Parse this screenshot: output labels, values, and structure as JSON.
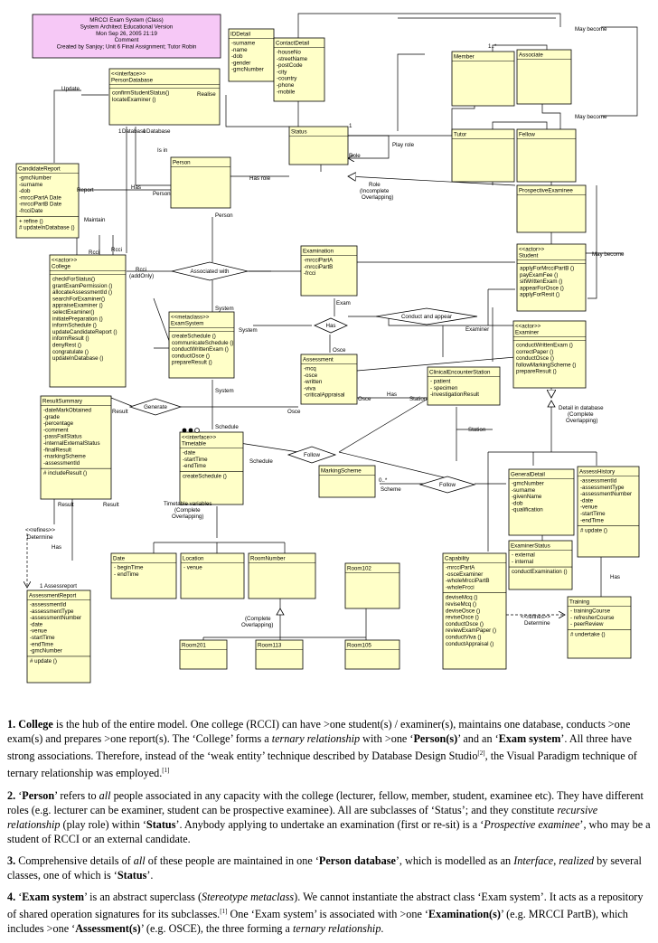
{
  "header": {
    "lines": [
      "MRCCI Exam System (Class)",
      "System Architect Educational Version",
      "Mon Sep 26, 2005  21:19",
      "Comment",
      "Created by Sanjoy; Unit 6 Final Assignment; Tutor Robin"
    ],
    "fill": "#f6c8f6"
  },
  "colors": {
    "class_fill": "#ffffc8",
    "stroke": "#000000"
  },
  "classes": [
    {
      "id": "iddetail",
      "title": [
        "IDDetail"
      ],
      "attrs": [
        "-surname",
        "-name",
        "-dob",
        "-gender",
        "-gmcNumber"
      ],
      "ops": []
    },
    {
      "id": "contactdetail",
      "title": [
        "ContactDetail"
      ],
      "attrs": [
        "-houseNo",
        "-streetName",
        "-postCode",
        "-city",
        "-country",
        "-phone",
        "-mobile"
      ],
      "ops": []
    },
    {
      "id": "persondatabase",
      "title": [
        "<<interface>>",
        "PersonDatabase"
      ],
      "attrs": [],
      "ops": [
        "confirmStudentStatus()",
        "locateExaminer ()"
      ]
    },
    {
      "id": "member",
      "title": [
        "Member"
      ],
      "attrs": [],
      "ops": []
    },
    {
      "id": "associate",
      "title": [
        "Associate"
      ],
      "attrs": [],
      "ops": []
    },
    {
      "id": "status",
      "title": [
        "Status"
      ],
      "attrs": [],
      "ops": []
    },
    {
      "id": "tutor",
      "title": [
        "Tutor"
      ],
      "attrs": [],
      "ops": []
    },
    {
      "id": "fellow",
      "title": [
        "Fellow"
      ],
      "attrs": [],
      "ops": []
    },
    {
      "id": "candidatereport",
      "title": [
        "CandidateReport"
      ],
      "attrs": [
        "-gmcNumber",
        "-surname",
        "-dob",
        "-mrcciPartA Date",
        "-mrcciPartB Date",
        "-frcciDate"
      ],
      "ops": [
        "+ refine ()",
        "# updateInDatabase ()"
      ]
    },
    {
      "id": "person",
      "title": [
        "Person"
      ],
      "attrs": [],
      "ops": []
    },
    {
      "id": "prospectiveexaminee",
      "title": [
        "ProspectiveExaminee"
      ],
      "attrs": [],
      "ops": []
    },
    {
      "id": "college",
      "title": [
        "<<actor>>",
        "College"
      ],
      "attrs": [],
      "ops": [
        "checkForStatus()",
        "grantExamPermission ()",
        "allocateAssessmentId ()",
        "searchForExaminer()",
        "appraiseExaminer ()",
        "selectExaminer()",
        "initiatePreparation ()",
        "informSchedule ()",
        "updateCandidateReport ()",
        "informResult ()",
        "denyRest ()",
        "congratulate ()",
        "updateInDatabase ()"
      ]
    },
    {
      "id": "examination",
      "title": [
        "Examination"
      ],
      "attrs": [
        "-mrcciPartA",
        "-mrcciPartB",
        "-frcci"
      ],
      "ops": []
    },
    {
      "id": "student",
      "title": [
        "<<actor>>",
        "Student"
      ],
      "attrs": [],
      "ops": [
        "applyForMrcciPartB ()",
        "payExamFee ()",
        "sitWrittenExam ()",
        "appearForOsce ()",
        "applyForResit ()"
      ]
    },
    {
      "id": "examsystem",
      "title": [
        "<<metaclass>>",
        "ExamSystem"
      ],
      "attrs": [],
      "ops": [
        "createSchedule ()",
        "communicateSchedule ()",
        "conductWrittenExam ()",
        "conductOsce ()",
        "prepareResult ()"
      ]
    },
    {
      "id": "examiner",
      "title": [
        "<<actor>>",
        "Examiner"
      ],
      "attrs": [],
      "ops": [
        "conductWrittenExam ()",
        "correctPaper ()",
        "conductOsce ()",
        "followMarkingScheme ()",
        "prepareResult ()"
      ]
    },
    {
      "id": "assessment",
      "title": [
        "Assessment"
      ],
      "attrs": [
        "-mcq",
        "-osce",
        "-written",
        "-viva",
        "-criticalAppraisal"
      ],
      "ops": []
    },
    {
      "id": "clinicalencounterstation",
      "title": [
        "ClinicalEncounterStation"
      ],
      "attrs": [
        "- patient",
        "- specimen",
        "-investigationResult"
      ],
      "ops": []
    },
    {
      "id": "resultsummary",
      "title": [
        "ResultSummary"
      ],
      "attrs": [
        "-dateMarkObtained",
        "-grade",
        "-percentage",
        "-comment",
        "-passFailStatus",
        "-internalExternalStatus",
        "-finalResult",
        "-markingScheme",
        "-assessmentId"
      ],
      "ops": [
        "# includeResult ()"
      ]
    },
    {
      "id": "timetable",
      "title": [
        "<<interface>>",
        "Timetable"
      ],
      "attrs": [
        "-date",
        "-startTime",
        "-endTime"
      ],
      "ops": [
        "createSchedule ()"
      ]
    },
    {
      "id": "markingscheme",
      "title": [
        "MarkingScheme"
      ],
      "attrs": [],
      "ops": []
    },
    {
      "id": "generaldetail",
      "title": [
        "GeneralDetail"
      ],
      "attrs": [
        "-gmcNumber",
        "-surname",
        "-givenName",
        "-dob",
        "-qualification"
      ],
      "ops": []
    },
    {
      "id": "assesshistory",
      "title": [
        "AssessHistory"
      ],
      "attrs": [
        "-assessmentId",
        "-assessmentType",
        "-assessmentNumber",
        "-date",
        "-venue",
        "-startTime",
        "-endTime"
      ],
      "ops": [
        "# update ()"
      ]
    },
    {
      "id": "examinerstatus",
      "title": [
        "ExaminerStatus"
      ],
      "attrs": [
        "- external",
        "- internal"
      ],
      "ops": [
        "conductExamination ()"
      ]
    },
    {
      "id": "date",
      "title": [
        "Date"
      ],
      "attrs": [
        "- beginTime",
        "- endTime"
      ],
      "ops": []
    },
    {
      "id": "location",
      "title": [
        "Location"
      ],
      "attrs": [
        "- venue"
      ],
      "ops": []
    },
    {
      "id": "roomnumber",
      "title": [
        "RoomNumber"
      ],
      "attrs": [],
      "ops": []
    },
    {
      "id": "room102",
      "title": [
        "Room102"
      ],
      "attrs": [],
      "ops": []
    },
    {
      "id": "capability",
      "title": [
        "Capability"
      ],
      "attrs": [
        "-mrcciPartA",
        "-osceExaminer",
        "-wholeMrcciPartB",
        "-wholeFrcci"
      ],
      "ops": [
        "deviseMcq ()",
        "reviseMcq ()",
        "deviseOsce ()",
        "reviseOsce ()",
        "conductOsce ()",
        "reviewExamPaper ()",
        "conductViva ()",
        "conductAppraisal ()"
      ]
    },
    {
      "id": "assessmentreport",
      "title": [
        "AssessmentReport"
      ],
      "attrs": [
        "-assessmentId",
        "-assessmentType",
        "-assessmentNumber",
        "-date",
        "-venue",
        "-startTime",
        "-endTime",
        "-gmcNumber"
      ],
      "ops": [
        "# update ()"
      ]
    },
    {
      "id": "training",
      "title": [
        "Training"
      ],
      "attrs": [
        "- trainingCourse",
        "- refresherCourse",
        "- peerReview"
      ],
      "ops": [
        "# undertake ()"
      ]
    },
    {
      "id": "room201",
      "title": [
        "Room201"
      ],
      "attrs": [],
      "ops": []
    },
    {
      "id": "room113",
      "title": [
        "Room113"
      ],
      "attrs": [],
      "ops": []
    },
    {
      "id": "room105",
      "title": [
        "Room105"
      ],
      "attrs": [],
      "ops": []
    }
  ],
  "diamonds": [
    {
      "id": "associated-with",
      "label": "Associated with"
    },
    {
      "id": "has",
      "label": "Has"
    },
    {
      "id": "conduct-and-appear",
      "label": "Conduct and appear"
    },
    {
      "id": "generate",
      "label": "Generate"
    },
    {
      "id": "follow1",
      "label": "Follow"
    },
    {
      "id": "follow2",
      "label": "Follow"
    }
  ],
  "labels": [
    {
      "id": "update",
      "text": "Update"
    },
    {
      "id": "realise",
      "text": "Realise"
    },
    {
      "id": "database1",
      "text": "Database"
    },
    {
      "id": "database2",
      "text": "Database"
    },
    {
      "id": "one-db",
      "text": "1"
    },
    {
      "id": "one-db2",
      "text": "1"
    },
    {
      "id": "play-role",
      "text": "Play role"
    },
    {
      "id": "is-in",
      "text": "Is in"
    },
    {
      "id": "has-role",
      "text": "Has role"
    },
    {
      "id": "role",
      "text": "Role"
    },
    {
      "id": "role-complete1",
      "text": "Role"
    },
    {
      "id": "role-complete2",
      "text": "(Incomplete"
    },
    {
      "id": "role-complete3",
      "text": "Overlapping)"
    },
    {
      "id": "report",
      "text": "Report"
    },
    {
      "id": "has-person",
      "text": "Has"
    },
    {
      "id": "person-role",
      "text": "Person"
    },
    {
      "id": "person-lower",
      "text": "Person"
    },
    {
      "id": "maintain",
      "text": "Maintain"
    },
    {
      "id": "rcci",
      "text": "Rcci"
    },
    {
      "id": "rcci2",
      "text": "Rcci"
    },
    {
      "id": "rcci3a",
      "text": "Rcci"
    },
    {
      "id": "rcci3b",
      "text": "(addOnly)"
    },
    {
      "id": "may-become1",
      "text": "May become"
    },
    {
      "id": "may-become2",
      "text": "May become"
    },
    {
      "id": "may-become3",
      "text": "May become"
    },
    {
      "id": "system1",
      "text": "System"
    },
    {
      "id": "system2",
      "text": "System"
    },
    {
      "id": "system3",
      "text": "System"
    },
    {
      "id": "exam",
      "text": "Exam"
    },
    {
      "id": "osce",
      "text": "Osce"
    },
    {
      "id": "osce2",
      "text": "Osce"
    },
    {
      "id": "osce3",
      "text": "Osce"
    },
    {
      "id": "station",
      "text": "Station"
    },
    {
      "id": "station2",
      "text": "Station"
    },
    {
      "id": "has-station",
      "text": "Has"
    },
    {
      "id": "examiner-lbl",
      "text": "Examiner"
    },
    {
      "id": "result1",
      "text": "Result"
    },
    {
      "id": "result2",
      "text": "Result"
    },
    {
      "id": "result3",
      "text": "Result"
    },
    {
      "id": "schedule1",
      "text": "Schedule"
    },
    {
      "id": "schedule2",
      "text": "Schedule"
    },
    {
      "id": "scheme",
      "text": "Scheme"
    },
    {
      "id": "detail-db1",
      "text": "Detail in database"
    },
    {
      "id": "detail-db2",
      "text": "(Complete"
    },
    {
      "id": "detail-db3",
      "text": "Overlapping)"
    },
    {
      "id": "tt-var1",
      "text": "Timetable variables"
    },
    {
      "id": "tt-var2",
      "text": "(Complete"
    },
    {
      "id": "tt-var3",
      "text": "Overlapping)"
    },
    {
      "id": "complete-overlap1",
      "text": "(Complete"
    },
    {
      "id": "complete-overlap2",
      "text": "Overlapping)"
    },
    {
      "id": "refines1",
      "text": "<<refines>>"
    },
    {
      "id": "refines2",
      "text": "Determine"
    },
    {
      "id": "refines3",
      "text": "<<refines>>"
    },
    {
      "id": "refines4",
      "text": "Determine"
    },
    {
      "id": "has-report",
      "text": "Has"
    },
    {
      "id": "has-training",
      "text": "Has"
    },
    {
      "id": "assessreport",
      "text": "1  Assessreport"
    },
    {
      "id": "mult-1star-a",
      "text": "1..*"
    },
    {
      "id": "mult-1",
      "text": "1"
    },
    {
      "id": "mult-01",
      "text": "0..*"
    }
  ],
  "notes": {
    "n1": {
      "num": "1.",
      "term": "College",
      "t1": " is the hub of the entire model. One college (RCCI) can have >one student(s) / examiner(s), maintains one database, conducts >one exam(s) and prepares >one report(s). The ‘College’ forms a ",
      "em1": "ternary relationship",
      "t2": " with >one ‘",
      "b1": "Person(s)",
      "t3": "’ and an ‘",
      "b2": "Exam system",
      "t4": "’. All three have strong associations. Therefore, instead of the ‘weak entity’ technique described by Database Design Studio",
      "ref1": "[2]",
      "t5": ", the Visual Paradigm technique of ternary relationship was employed.",
      "ref2": "[1]"
    },
    "n2": {
      "num": "2.",
      "t0": " ‘",
      "term": "Person",
      "t1": "’ refers to ",
      "em1": "all",
      "t2": " people associated in any capacity with the college (lecturer, fellow, member, student, examinee etc). They have different roles (e.g. lecturer can be examiner, student can be prospective examinee). All are subclasses of ‘Status’; and they constitute ",
      "em2": "recursive relationship",
      "t3": " (play role) within ‘",
      "b1": "Status",
      "t4": "’. Anybody applying to undertake an examination (first or re-sit) is a ‘",
      "em3": "Prospective examinee",
      "t5": "’, who may be a student of RCCI or an external candidate."
    },
    "n3": {
      "num": "3.",
      "t1": " Comprehensive details of ",
      "em1": "all",
      "t2": " of these people are maintained in one ‘",
      "b1": "Person database",
      "t3": "’, which is modelled as an ",
      "em2": "Interface",
      "t4": ", ",
      "em3": "realized",
      "t5": " by several classes, one of which is ‘",
      "b2": "Status",
      "t6": "’."
    },
    "n4": {
      "num": "4.",
      "t0": " ‘",
      "term": "Exam system",
      "t1": "’ is an abstract superclass (",
      "em1": "Stereotype metaclass",
      "t2": "). We cannot instantiate the abstract class ‘Exam system’. It acts as a repository of shared operation signatures for its subclasses.",
      "ref1": "[1]",
      "t3": " One ‘Exam system’ is associated with >one ‘",
      "b1": "Examination(s)",
      "t4": "’ (e.g. MRCCI PartB), which includes >one ‘",
      "b2": "Assessment(s)",
      "t5": "’ (e.g. OSCE), the three forming a ",
      "em2": "ternary relationship",
      "t6": "."
    }
  }
}
